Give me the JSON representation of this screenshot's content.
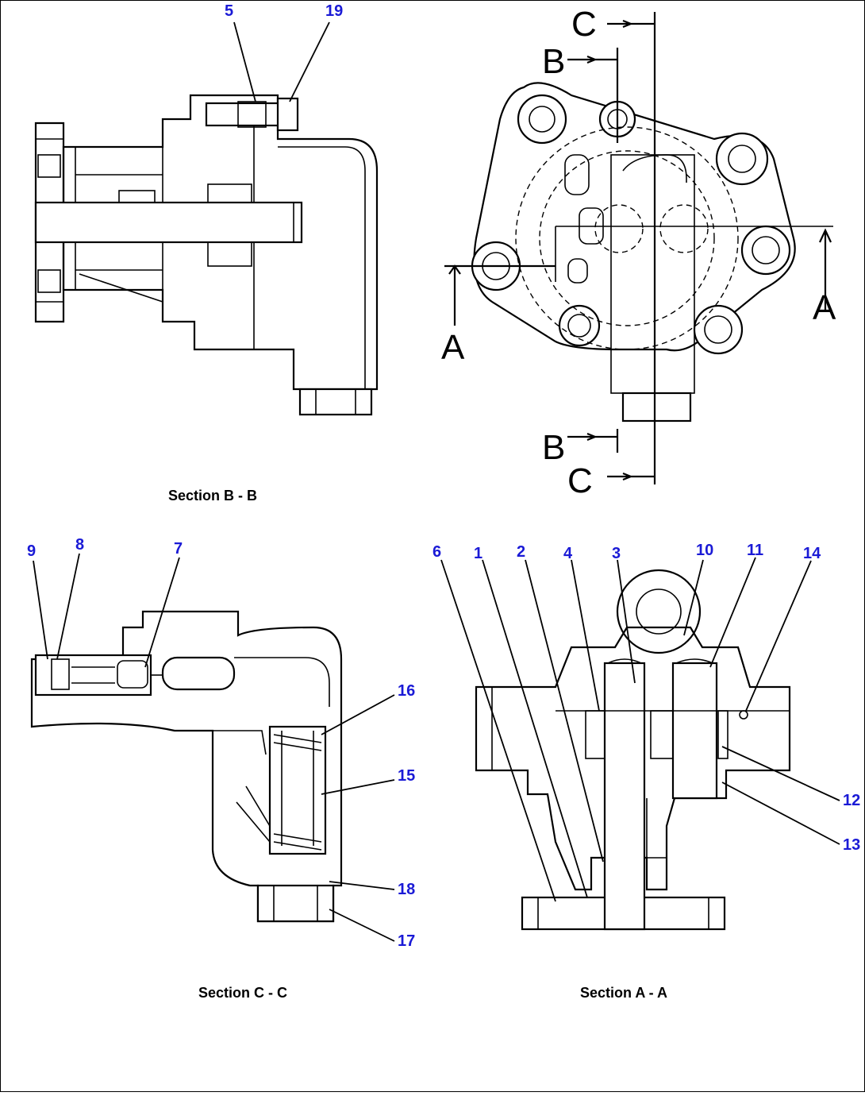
{
  "sections": {
    "b": {
      "caption": "Section B - B"
    },
    "c": {
      "caption": "Section C - C"
    },
    "a": {
      "caption": "Section A - A"
    }
  },
  "section_markers": {
    "a": "A",
    "b": "B",
    "c": "C"
  },
  "callouts": {
    "b": [
      "5",
      "19"
    ],
    "c": [
      "9",
      "8",
      "7",
      "16",
      "15",
      "18",
      "17"
    ],
    "a": [
      "6",
      "1",
      "2",
      "4",
      "3",
      "10",
      "11",
      "14",
      "12",
      "13"
    ]
  },
  "colors": {
    "callout": "#1a1ad6",
    "line": "#000000",
    "background": "#ffffff"
  }
}
